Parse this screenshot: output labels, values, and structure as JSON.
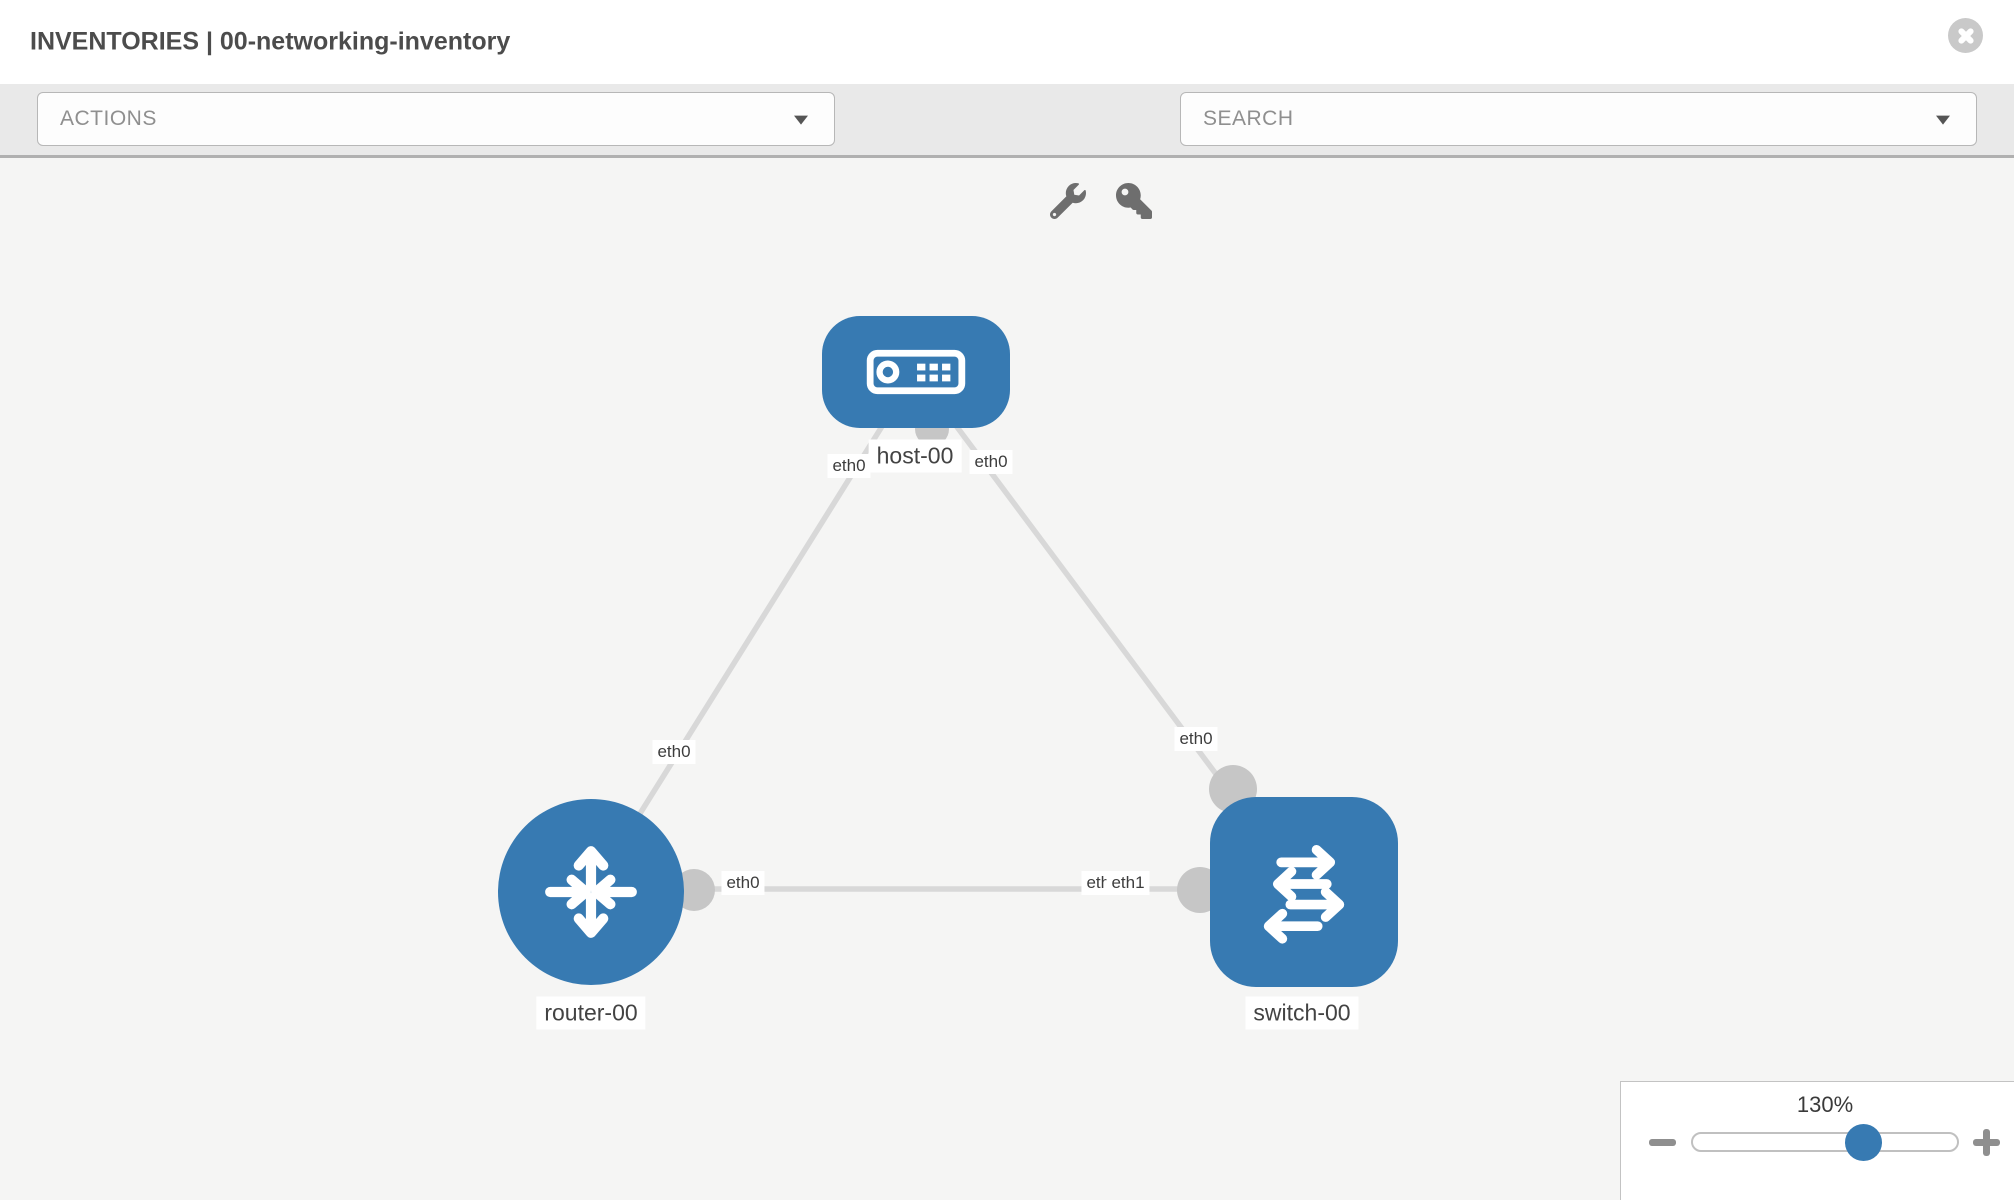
{
  "header": {
    "title": "INVENTORIES | 00-networking-inventory"
  },
  "toolbar": {
    "actions_placeholder": "ACTIONS",
    "search_placeholder": "SEARCH"
  },
  "icons": {
    "close": "circle-x",
    "tools": [
      "wrench",
      "key"
    ],
    "dropdown_caret": "chevron-down",
    "zoom_out": "minus",
    "zoom_in": "plus"
  },
  "colors": {
    "node_blue": "#377ab2",
    "link_gray": "#d8d8d8",
    "stub_gray": "#c6c6c6",
    "toolbar_bg": "#e9e9e9",
    "canvas_bg": "#f5f5f4"
  },
  "topology": {
    "nodes": [
      {
        "id": "host-00",
        "label": "host-00",
        "type": "host",
        "shape": "rounded-rect"
      },
      {
        "id": "router-00",
        "label": "router-00",
        "type": "router",
        "shape": "circle"
      },
      {
        "id": "switch-00",
        "label": "switch-00",
        "type": "switch",
        "shape": "rounded-square"
      }
    ],
    "links": [
      {
        "from": "host-00",
        "to": "router-00",
        "from_interface": "eth0",
        "to_interface": "eth0"
      },
      {
        "from": "host-00",
        "to": "switch-00",
        "from_interface": "eth0",
        "to_interface": "eth0"
      },
      {
        "from": "router-00",
        "to": "switch-00",
        "from_interface": "eth0",
        "to_interface": "eth1",
        "to_interface_overlapped": "eth0"
      }
    ]
  },
  "zoom_control": {
    "value_label": "130%",
    "percent": 130
  }
}
